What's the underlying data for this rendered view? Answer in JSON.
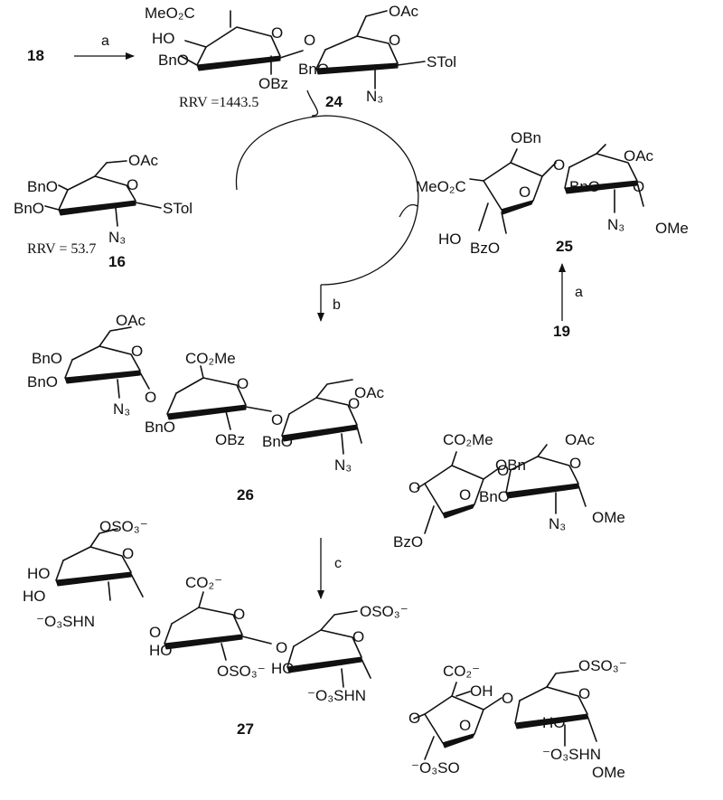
{
  "compounds": {
    "c18": "18",
    "c19": "19",
    "c16": "16",
    "c24": "24",
    "c25": "25",
    "c26": "26",
    "c27": "27"
  },
  "conditions": {
    "a_top": "a",
    "a_right": "a",
    "b": "b",
    "c": "c"
  },
  "rrv": {
    "r24": "RRV =1443.5",
    "r16": "RRV = 53.7"
  },
  "labels": {
    "c24": {
      "meo2c": "MeO₂C",
      "ho": "HO",
      "bno1": "BnO",
      "obz": "OBz",
      "o": "O",
      "oac": "OAc",
      "bno2": "BnO",
      "n3": "N₃",
      "stol": "STol"
    },
    "c16": {
      "oac": "OAc",
      "bno1": "BnO",
      "bno2": "BnO",
      "n3": "N₃",
      "stol": "STol"
    },
    "c25": {
      "meo2c": "MeO₂C",
      "obn": "OBn",
      "ho": "HO",
      "bzo": "BzO",
      "o": "O",
      "oac": "OAc",
      "bno": "BnO",
      "n3": "N₃",
      "ome": "OMe"
    },
    "c26": {
      "oac1": "OAc",
      "bno1": "BnO",
      "bno2": "BnO",
      "n3a": "N₃",
      "co2me1": "CO₂Me",
      "bno3": "BnO",
      "obz": "OBz",
      "oac2": "OAc",
      "bno4": "BnO",
      "n3b": "N₃",
      "co2me2": "CO₂Me",
      "obn": "OBn",
      "bzo": "BzO",
      "oac3": "OAc",
      "bno5": "BnO",
      "n3c": "N₃",
      "ome": "OMe"
    },
    "c27": {
      "oso3a": "OSO₃⁻",
      "ho1": "HO",
      "ho2": "HO",
      "nhso3a": "⁻O₃SHN",
      "co2a": "CO₂⁻",
      "ho3": "HO",
      "oso3b": "OSO₃⁻",
      "oso3c": "OSO₃⁻",
      "ho4": "HO",
      "nhso3b": "⁻O₃SHN",
      "co2b": "CO₂⁻",
      "oh": "OH",
      "so3d": "⁻O₃SO",
      "oso3e": "OSO₃⁻",
      "ho5": "HO",
      "nhso3c": "⁻O₃SHN",
      "ome": "OMe"
    }
  }
}
